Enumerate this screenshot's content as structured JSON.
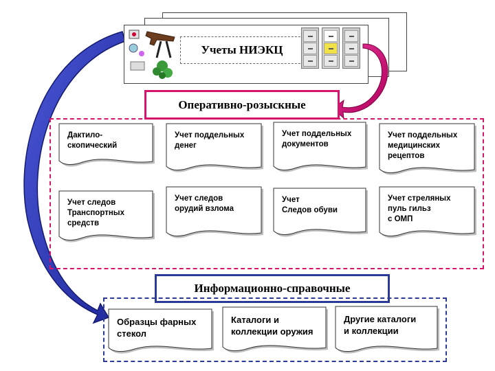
{
  "header": {
    "title": "Учеты НИЭКЦ"
  },
  "operative": {
    "label": "Оперативно-розыскные",
    "items": [
      "Дактило-\nскопический",
      "Учет поддельных\nденег",
      "Учет поддельных\nдокументов",
      "Учет поддельных\nмедицинских\nрецептов",
      "Учет следов\nТранспортных\nсредств",
      "Учет следов\nорудий взлома",
      "Учет\nСледов обуви",
      "Учет стреляных\nпуль гильз\nс ОМП"
    ]
  },
  "reference": {
    "label": "Информационно-справочные",
    "items": [
      "Образцы фарных\nстекол",
      "Каталоги и\nколлекции оружия",
      "Другие каталоги\nи коллекции"
    ]
  },
  "colors": {
    "operative_accent": "#d6156a",
    "reference_accent": "#2b3a97"
  },
  "icons": [
    "evidence-clipart-icon",
    "file-cabinet-icon"
  ]
}
